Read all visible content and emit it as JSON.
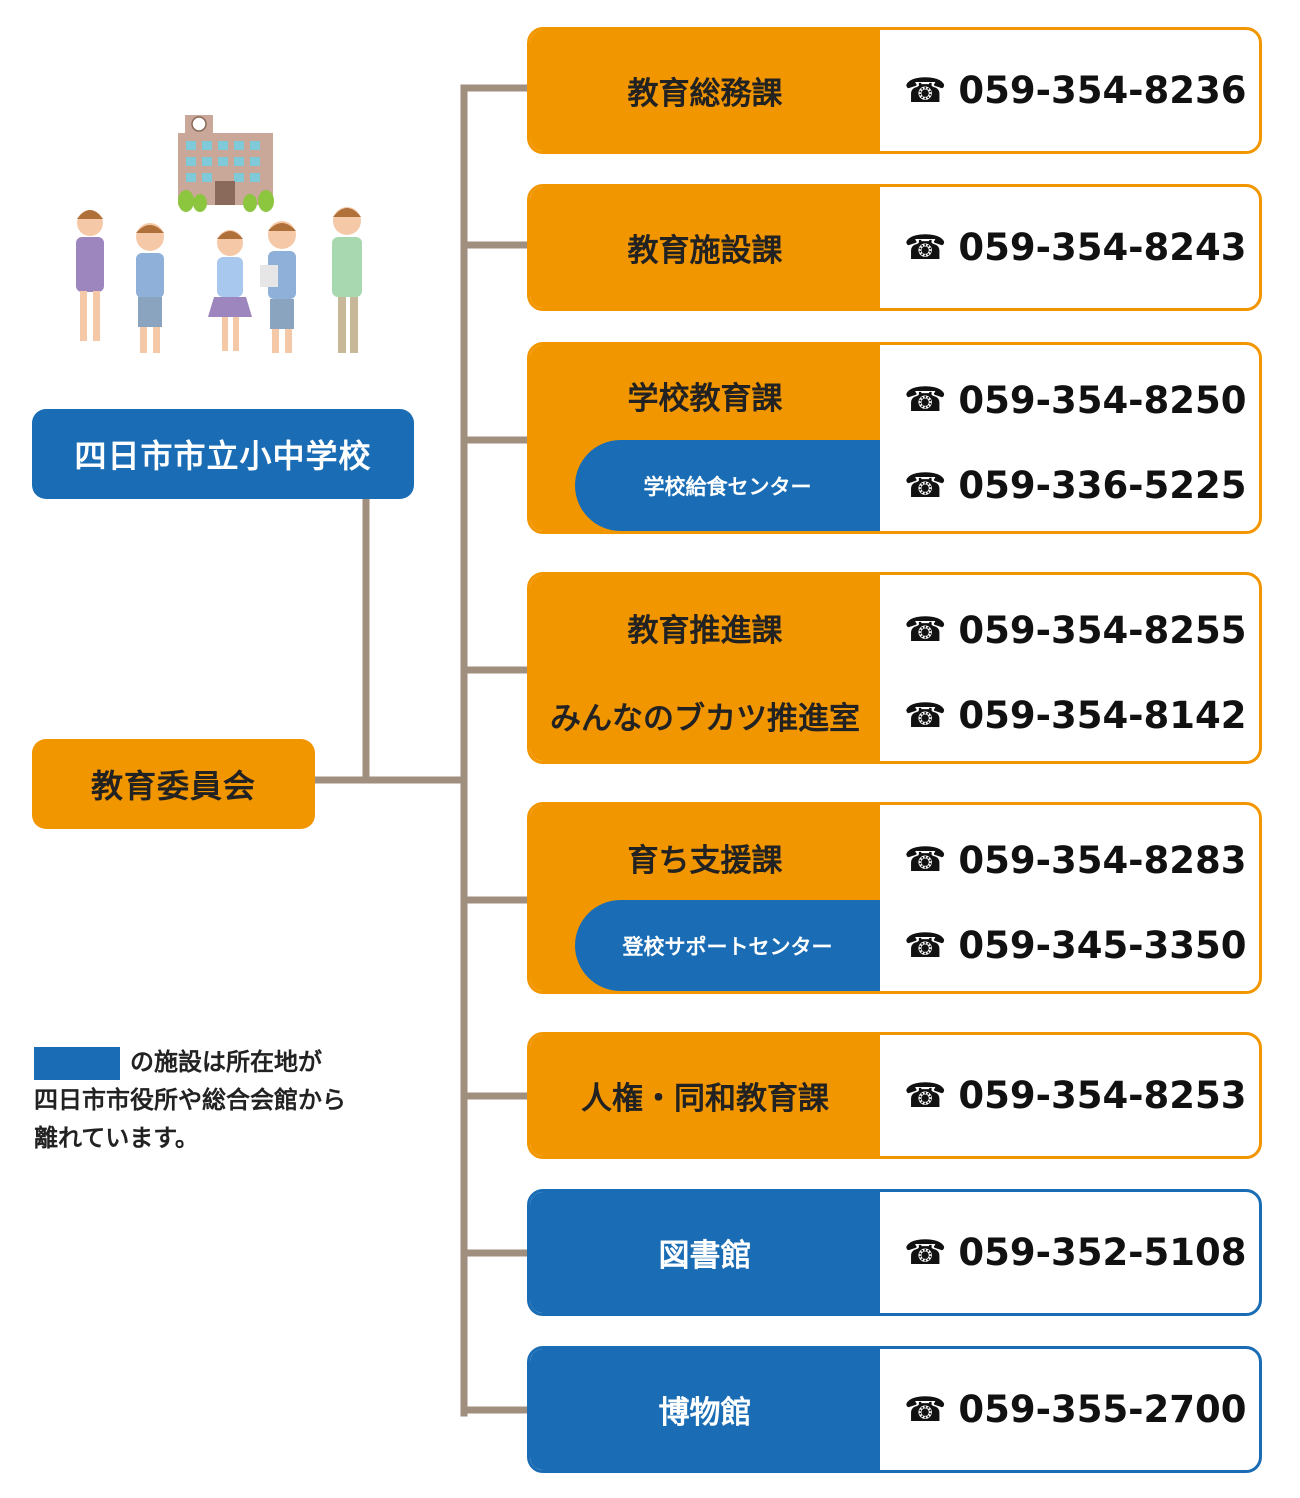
{
  "colors": {
    "orange": "#f29600",
    "blue": "#1a6db5",
    "connector": "#a08e7e",
    "text": "#222222"
  },
  "left_nodes": {
    "school": "四日市市立小中学校",
    "board": "教育委員会"
  },
  "legend": {
    "line1": "の施設は所在地が",
    "line2": "四日市市役所や総合会館から",
    "line3": "離れています。"
  },
  "phone_icon": "☎",
  "departments": [
    {
      "name": "教育総務課",
      "phone": "059-354-8236",
      "color": "orange"
    },
    {
      "name": "教育施設課",
      "phone": "059-354-8243",
      "color": "orange"
    },
    {
      "name": "学校教育課",
      "phone": "059-354-8250",
      "color": "orange",
      "sub": {
        "name": "学校給食センター",
        "phone": "059-336-5225",
        "offsite": true
      }
    },
    {
      "name": "教育推進課",
      "phone": "059-354-8255",
      "color": "orange",
      "sub": {
        "name": "みんなのブカツ推進室",
        "phone": "059-354-8142",
        "offsite": false
      }
    },
    {
      "name": "育ち支援課",
      "phone": "059-354-8283",
      "color": "orange",
      "sub": {
        "name": "登校サポートセンター",
        "phone": "059-345-3350",
        "offsite": true
      }
    },
    {
      "name": "人権・同和教育課",
      "phone": "059-354-8253",
      "color": "orange"
    },
    {
      "name": "図書館",
      "phone": "059-352-5108",
      "color": "blue"
    },
    {
      "name": "博物館",
      "phone": "059-355-2700",
      "color": "blue"
    }
  ]
}
